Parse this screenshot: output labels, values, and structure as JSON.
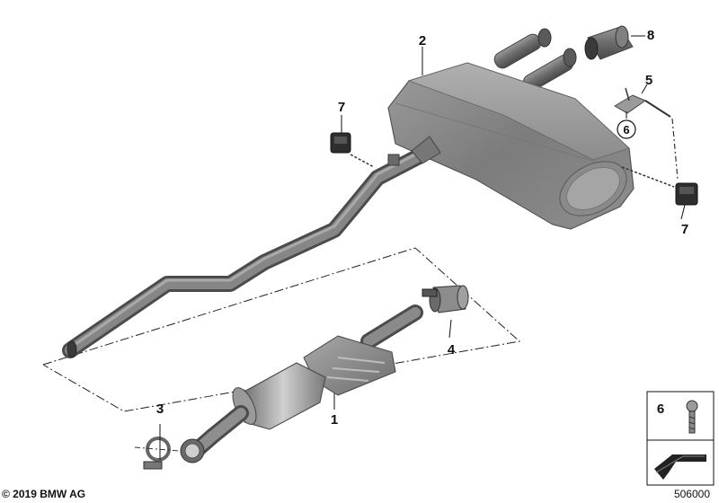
{
  "callouts": {
    "c1": "1",
    "c2": "2",
    "c3": "3",
    "c4": "4",
    "c5": "5",
    "c6": "6",
    "c7a": "7",
    "c7b": "7",
    "c8": "8"
  },
  "legend": {
    "part_number": "6"
  },
  "footer": {
    "copyright": "© 2019 BMW AG",
    "diagram_id": "506000"
  }
}
